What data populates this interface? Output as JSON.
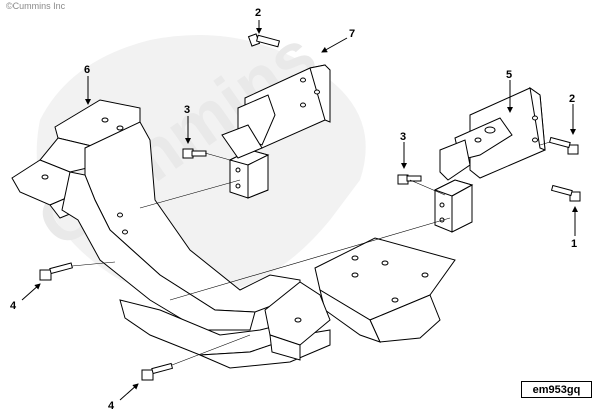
{
  "watermark": {
    "copyright": "©Cummins Inc",
    "brand": "Cummins",
    "watermark_color": "#e9e9e9"
  },
  "diagram_code": "em953gq",
  "callouts": {
    "bolt_top": "2",
    "bracket_top": "7",
    "support_left": "6",
    "washer_left": "3",
    "bracket_right": "5",
    "bolt_right_upper": "2",
    "washer_right": "3",
    "bolt_right_lower": "1",
    "bolt_left_upper": "4",
    "bolt_left_lower": "4"
  },
  "colors": {
    "line": "#000000",
    "fill": "#ffffff",
    "leader": "#000000"
  }
}
